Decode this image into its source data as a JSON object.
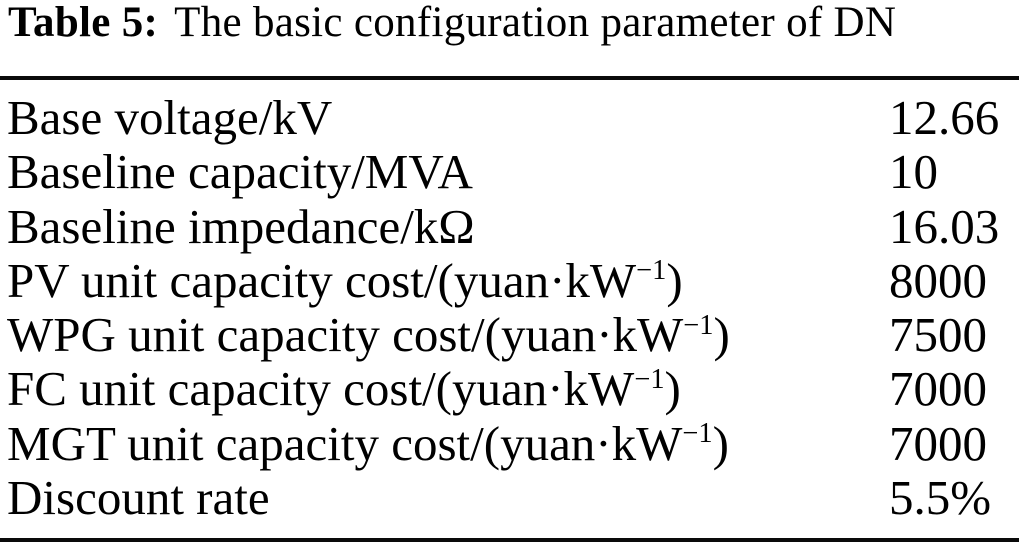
{
  "caption": {
    "label": "Table 5:",
    "text": "The basic configuration parameter of DN"
  },
  "table": {
    "rows": [
      {
        "pre": "Base voltage/kV",
        "sup": "",
        "post": "",
        "value": "12.66"
      },
      {
        "pre": "Baseline capacity/MVA",
        "sup": "",
        "post": "",
        "value": "10"
      },
      {
        "pre": "Baseline impedance/kΩ",
        "sup": "",
        "post": "",
        "value": "16.03"
      },
      {
        "pre": "PV unit capacity cost/(yuan·kW",
        "sup": "−1",
        "post": ")",
        "value": "8000"
      },
      {
        "pre": "WPG unit capacity cost/(yuan·kW",
        "sup": "−1",
        "post": ")",
        "value": "7500"
      },
      {
        "pre": "FC unit capacity cost/(yuan·kW",
        "sup": "−1",
        "post": ")",
        "value": "7000"
      },
      {
        "pre": "MGT unit capacity cost/(yuan·kW",
        "sup": "−1",
        "post": ")",
        "value": "7000"
      },
      {
        "pre": "Discount rate",
        "sup": "",
        "post": "",
        "value": "5.5%"
      }
    ]
  },
  "colors": {
    "text": "#000000",
    "rule": "#0a0a0a",
    "background": "#ffffff"
  }
}
